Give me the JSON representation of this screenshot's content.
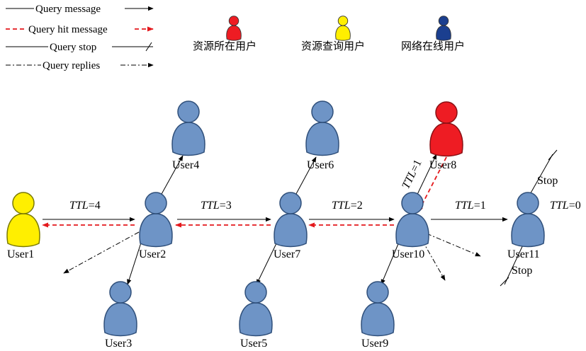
{
  "legend": {
    "query_message": "Query message",
    "query_hit_message": "Query hit message",
    "query_stop": "Query stop",
    "query_replies": "Query replies",
    "resource_owner": "资源所在用户",
    "resource_requester": "资源查询用户",
    "online_user": "网络在线用户"
  },
  "colors": {
    "resource_owner": "#ee1c23",
    "resource_requester": "#ffef00",
    "online_user": "#6e94c6",
    "legend_online_user": "#1b3f8f",
    "hit_arrow": "#e4181c"
  },
  "nodes": {
    "user1": "User1",
    "user2": "User2",
    "user3": "User3",
    "user4": "User4",
    "user5": "User5",
    "user6": "User6",
    "user7": "User7",
    "user8": "User8",
    "user9": "User9",
    "user10": "User10",
    "user11": "User11"
  },
  "ttl": {
    "ttl4": "=4",
    "ttl3": "=3",
    "ttl2": "=2",
    "ttl1_main": "=1",
    "ttl1_branch": "=1",
    "ttl0": "=0",
    "prefix": "TTL"
  },
  "stop": {
    "top": "Stop",
    "bottom": "Stop"
  }
}
